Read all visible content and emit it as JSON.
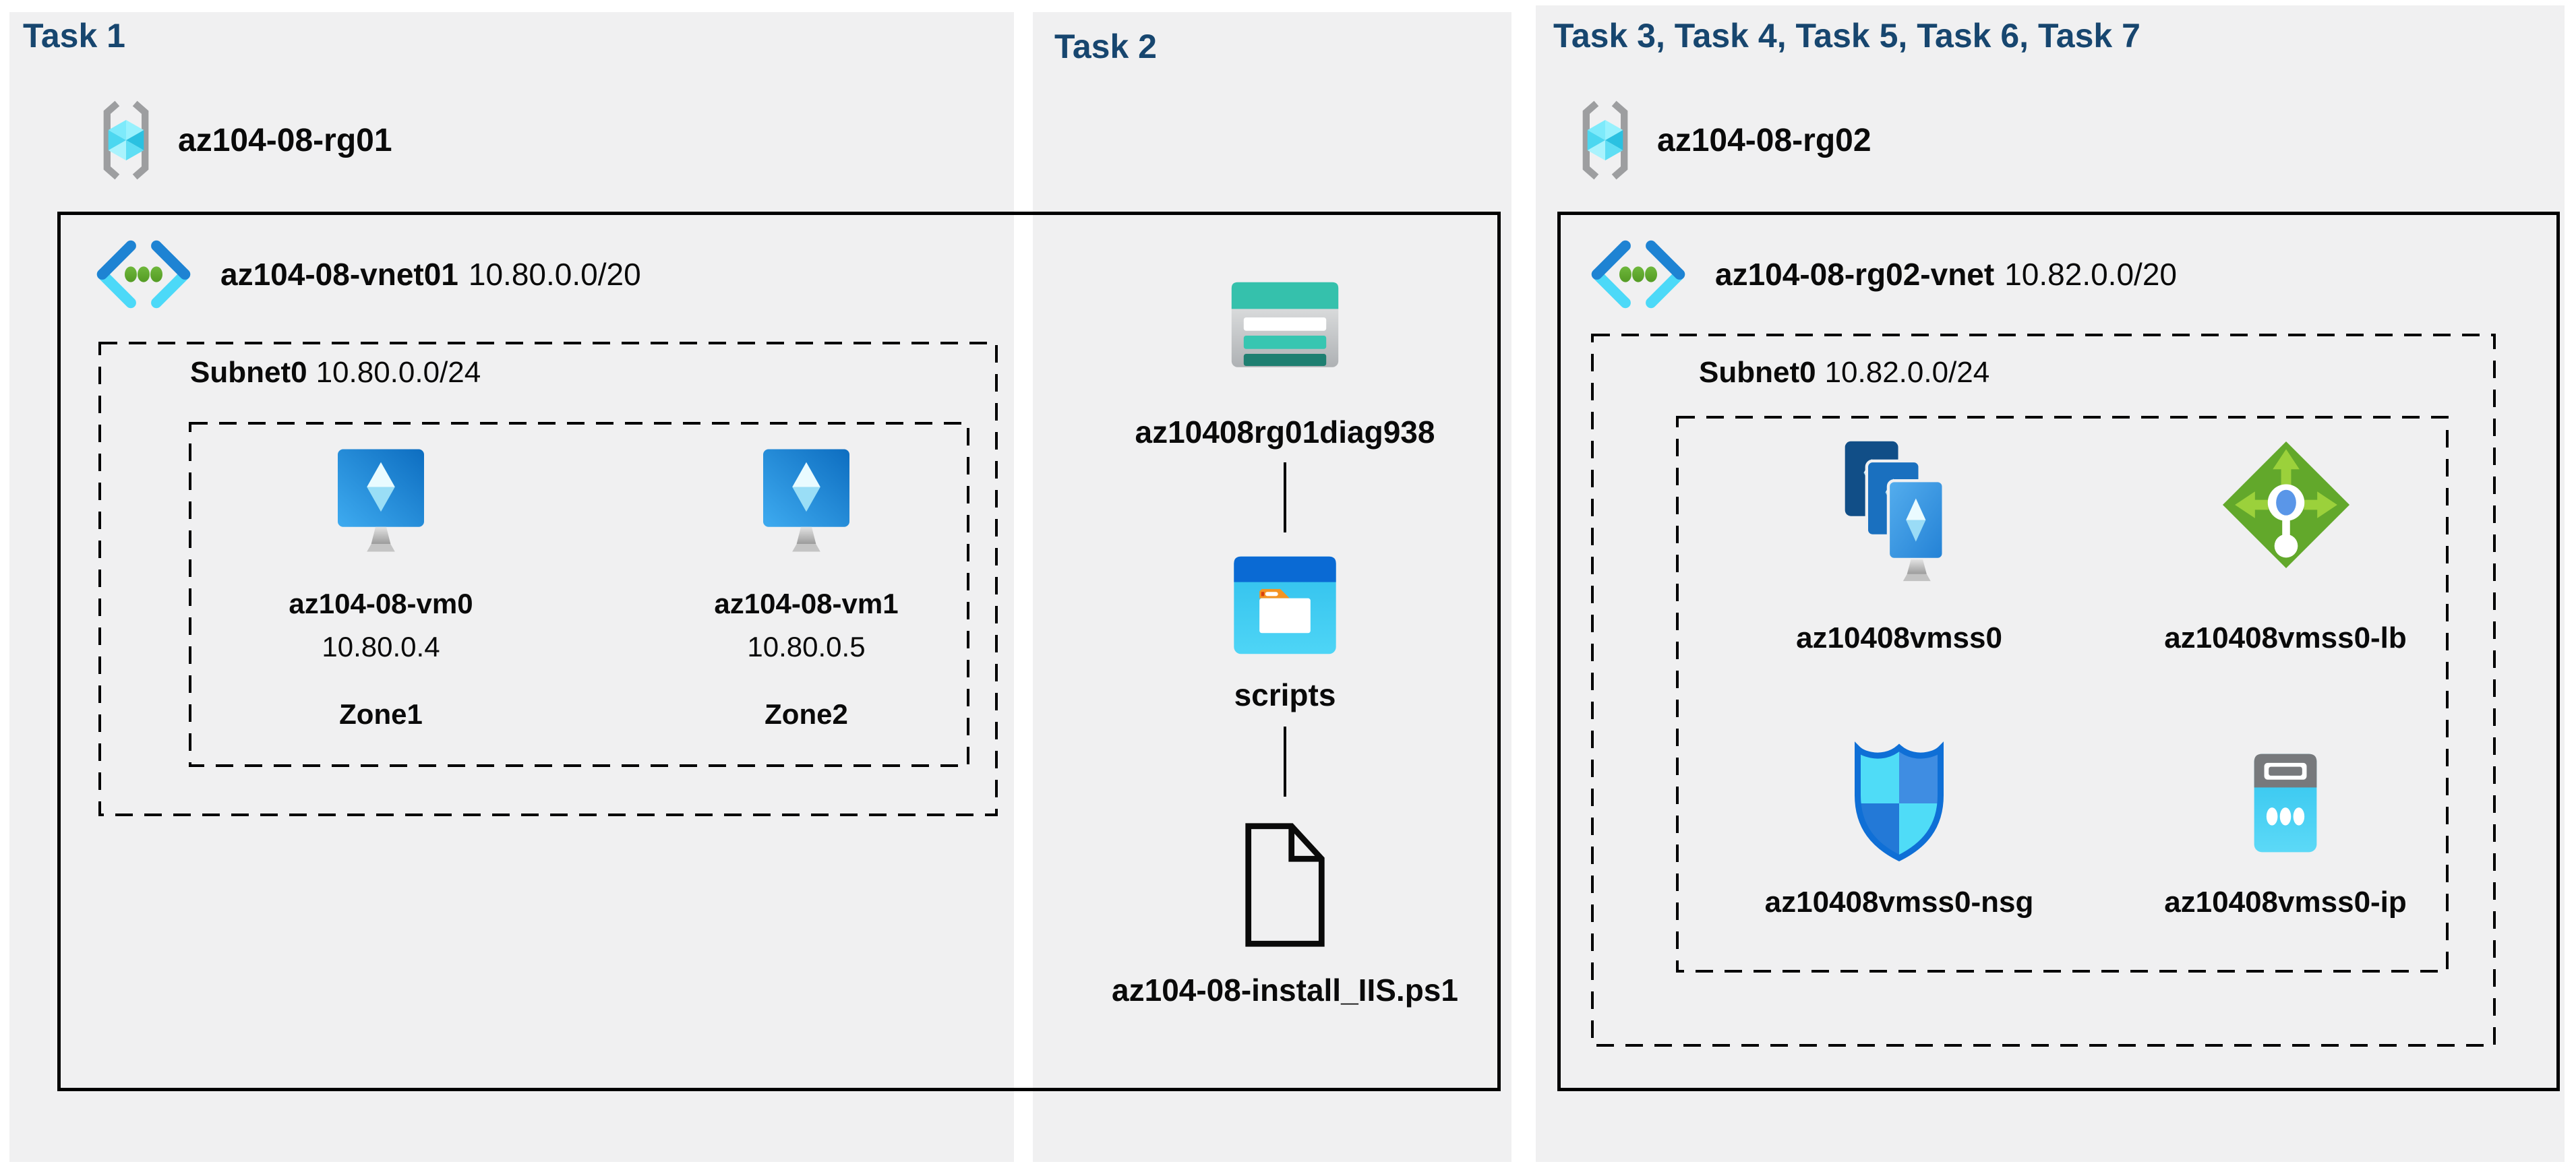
{
  "colors": {
    "task_title": "#17466f",
    "panel_background": "#f0f0f1",
    "diagram_line": "#000000",
    "vnet_blue": "#1e83d3",
    "vnet_cyan": "#4cd9f8",
    "storage_teal": "#35c1ac",
    "lb_green": "#62a82b",
    "nsg_blue": "#0f6fd6",
    "ip_cyan": "#37c9f1"
  },
  "tasks": {
    "task1": {
      "title": "Task 1",
      "resource_group": "az104-08-rg01",
      "vnet": {
        "name": "az104-08-vnet01",
        "cidr": "10.80.0.0/20"
      },
      "subnet": {
        "name": "Subnet0",
        "cidr": "10.80.0.0/24"
      },
      "vms": [
        {
          "name": "az104-08-vm0",
          "ip": "10.80.0.4",
          "zone": "Zone1"
        },
        {
          "name": "az104-08-vm1",
          "ip": "10.80.0.5",
          "zone": "Zone2"
        }
      ]
    },
    "task2": {
      "title": "Task 2",
      "storage_account": "az10408rg01diag938",
      "container": "scripts",
      "script_file": "az104-08-install_IIS.ps1"
    },
    "task3": {
      "title": "Task 3, Task 4, Task 5, Task 6, Task 7",
      "resource_group": "az104-08-rg02",
      "vnet": {
        "name": "az104-08-rg02-vnet",
        "cidr": "10.82.0.0/20"
      },
      "subnet": {
        "name": "Subnet0",
        "cidr": "10.82.0.0/24"
      },
      "resources": [
        {
          "name": "az10408vmss0",
          "type": "vm-scale-set"
        },
        {
          "name": "az10408vmss0-lb",
          "type": "load-balancer"
        },
        {
          "name": "az10408vmss0-nsg",
          "type": "network-security-group"
        },
        {
          "name": "az10408vmss0-ip",
          "type": "public-ip"
        }
      ]
    }
  }
}
